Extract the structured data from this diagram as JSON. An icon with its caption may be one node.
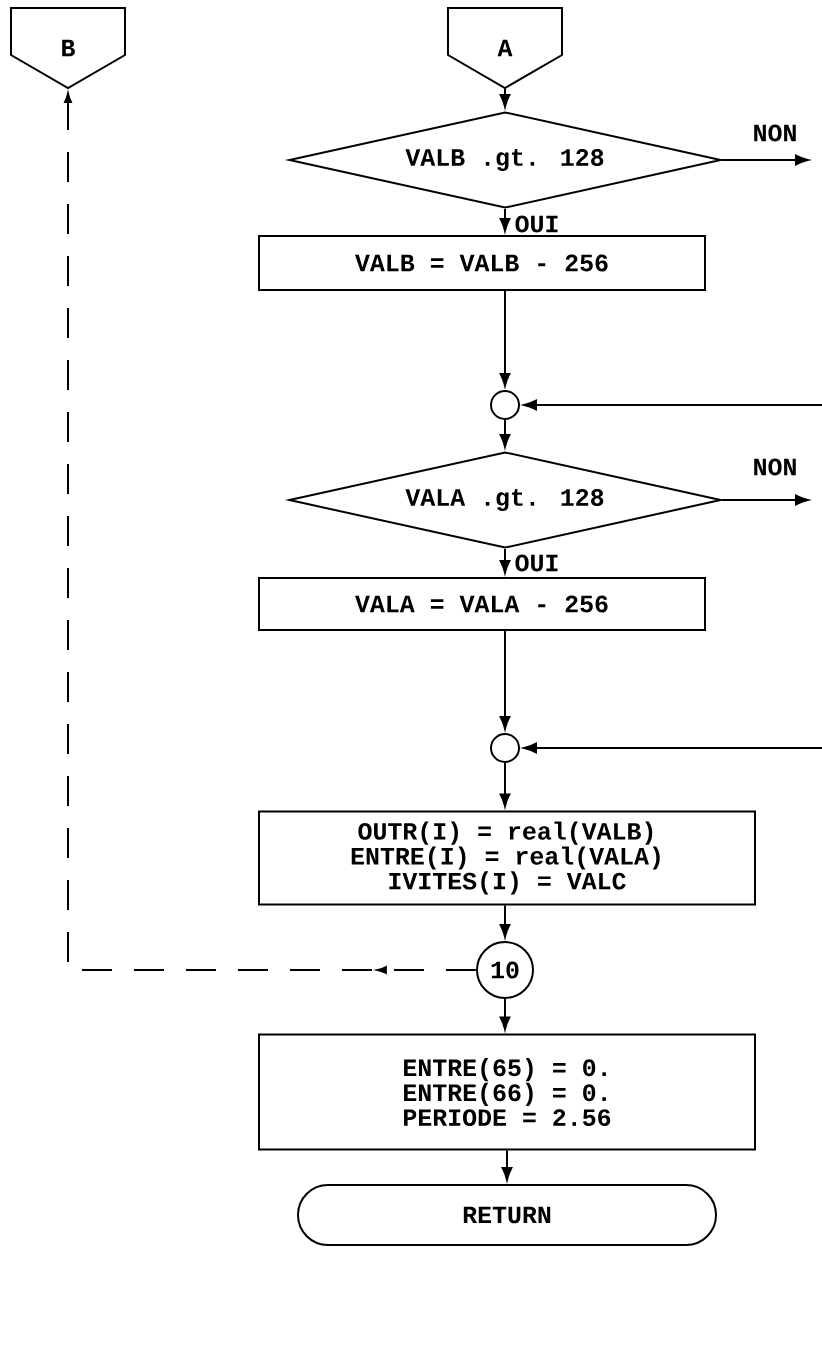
{
  "diagram": {
    "nodes": [
      {
        "text": [
          "B"
        ]
      },
      {
        "text": [
          "A"
        ]
      },
      {
        "text": [
          "VALB .gt. 128"
        ]
      },
      {
        "text": [
          "VALB = VALB - 256"
        ]
      },
      {
        "text": [],
        "shape": "circle"
      },
      {
        "text": [
          "VALA .gt. 128"
        ]
      },
      {
        "text": [
          "VALA = VALA - 256"
        ]
      },
      {
        "text": [],
        "shape": "circle"
      },
      {
        "text": [
          "OUTR(I) = real(VALB)",
          "ENTRE(I) = real(VALA)",
          "IVITES(I) = VALC"
        ]
      },
      {
        "text": [
          "10"
        ]
      },
      {
        "text": [
          "ENTRE(65) = 0.",
          "ENTRE(66) = 0.",
          "PERIODE = 2.56"
        ]
      },
      {
        "text": [
          "RETURN"
        ]
      }
    ],
    "edges": [
      {
        "from": 1,
        "to": 2,
        "arrow": "to"
      },
      {
        "from": 2,
        "to": 3,
        "arrow": "to",
        "label": "OUI"
      },
      {
        "from": 2,
        "to": null,
        "arrow": "to",
        "label": "NON"
      },
      {
        "from": 3,
        "to": 4,
        "arrow": "to"
      },
      {
        "from": null,
        "to": 4,
        "arrow": "to"
      },
      {
        "from": 4,
        "to": 5,
        "arrow": "to"
      },
      {
        "from": 5,
        "to": 6,
        "arrow": "to",
        "label": "OUI"
      },
      {
        "from": 5,
        "to": null,
        "arrow": "to",
        "label": "NON"
      },
      {
        "from": 6,
        "to": 7,
        "arrow": "to"
      },
      {
        "from": null,
        "to": 7,
        "arrow": "to"
      },
      {
        "from": 7,
        "to": 8,
        "arrow": "to"
      },
      {
        "from": 8,
        "to": 9,
        "arrow": "to"
      },
      {
        "from": 9,
        "to": 0,
        "arrow": "to",
        "style": "dashed"
      },
      {
        "from": 9,
        "to": 10,
        "arrow": "to"
      },
      {
        "from": 10,
        "to": 11,
        "arrow": "to"
      }
    ]
  }
}
